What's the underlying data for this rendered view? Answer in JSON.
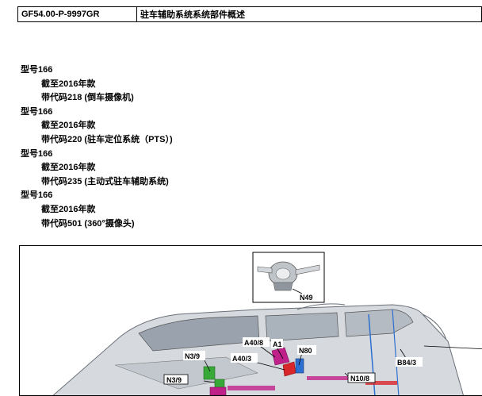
{
  "header": {
    "doc_code": "GF54.00-P-9997GR",
    "doc_title": "驻车辅助系统系统部件概述"
  },
  "models": [
    {
      "type": "型号166",
      "lines": [
        "截至2016年款",
        "带代码218 (倒车摄像机)"
      ]
    },
    {
      "type": "型号166",
      "lines": [
        "截至2016年款",
        "带代码220 (驻车定位系统（PTS）)"
      ]
    },
    {
      "type": "型号166",
      "lines": [
        "截至2016年款",
        "带代码235 (主动式驻车辅助系统)"
      ]
    },
    {
      "type": "型号166",
      "lines": [
        "截至2016年款",
        "带代码501 (360°摄像头)"
      ]
    }
  ],
  "figure": {
    "labels": {
      "n49": "N49",
      "a40_8": "A40/8",
      "a1": "A1",
      "a40_3": "A40/3",
      "n80": "N80",
      "n3_9_top": "N3/9",
      "n3_9_bottom": "N3/9",
      "b84_3": "B84/3",
      "n10_8": "N10/8"
    },
    "colors": {
      "highlight_magenta": "#c0208a",
      "highlight_green": "#38a838",
      "highlight_blue": "#2d6fd0",
      "highlight_red": "#d8262b",
      "car_body": "#c9ced4",
      "car_shadow": "#8f969e"
    }
  }
}
